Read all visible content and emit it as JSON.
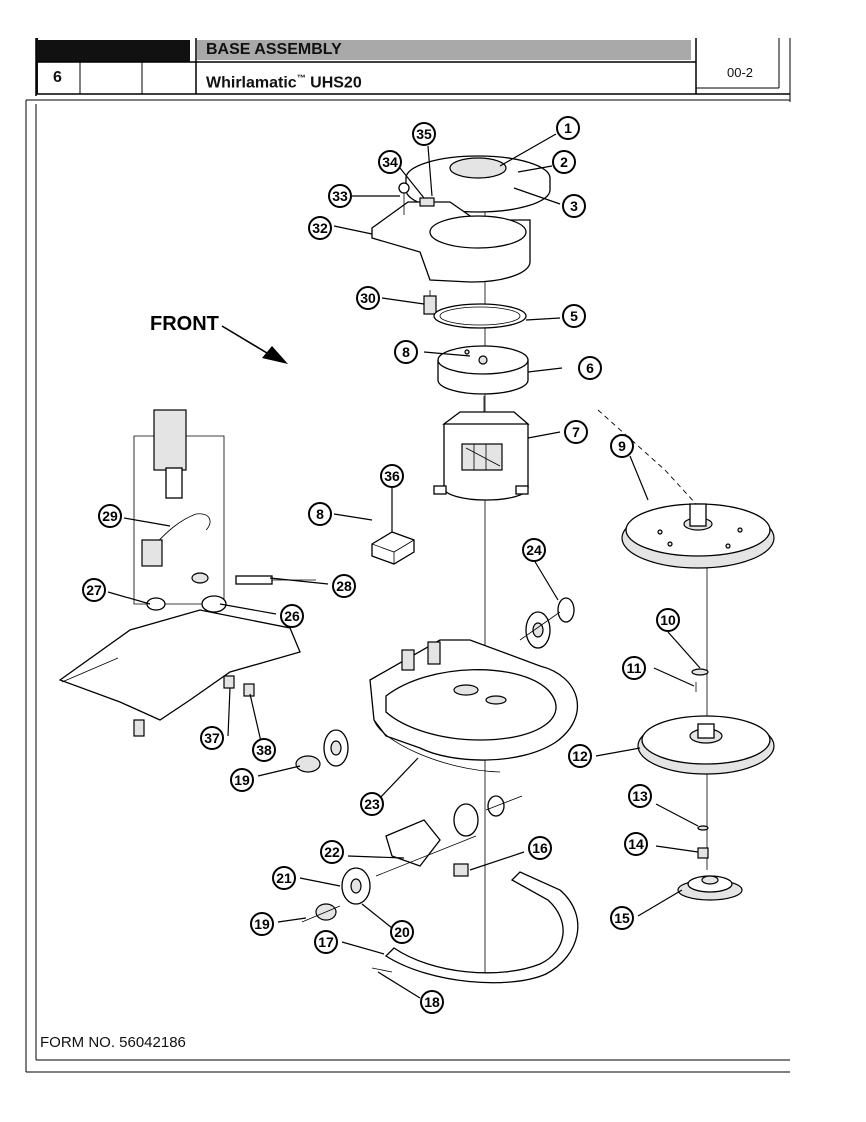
{
  "header": {
    "page_number": "6",
    "section_title": "BASE ASSEMBLY",
    "model": "Whirlamatic",
    "trademark": "™",
    "model_suffix": " UHS20",
    "revision": "00-2"
  },
  "diagram": {
    "front_label": "FRONT",
    "callouts": [
      "1",
      "2",
      "3",
      "5",
      "6",
      "7",
      "8",
      "8",
      "9",
      "10",
      "11",
      "12",
      "13",
      "14",
      "15",
      "16",
      "17",
      "18",
      "19",
      "19",
      "20",
      "21",
      "22",
      "23",
      "24",
      "26",
      "27",
      "28",
      "29",
      "30",
      "32",
      "33",
      "34",
      "35",
      "36",
      "37",
      "38"
    ]
  },
  "footer": {
    "form_number": "FORM NO. 56042186"
  }
}
